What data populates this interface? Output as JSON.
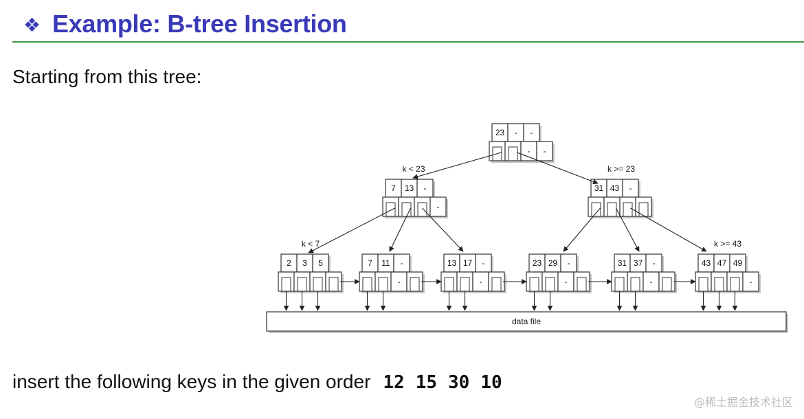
{
  "slide": {
    "bullet_icon": "diamond-four-icon",
    "title": "Example: B-tree Insertion",
    "intro": "Starting from this tree:",
    "instruction": "insert the following keys in the given order",
    "keys": [
      "12",
      "15",
      "30",
      "10"
    ],
    "watermark": "@稀土掘金技术社区"
  },
  "tree": {
    "root": {
      "keys": [
        "23",
        "-",
        "-"
      ],
      "ptrs": [
        "",
        "",
        "-",
        "-"
      ]
    },
    "edge_labels": {
      "root_left": "k < 23",
      "root_right": "k >= 23",
      "left_left": "k < 7",
      "right_right": "k >= 43"
    },
    "internal": [
      {
        "keys": [
          "7",
          "13",
          "-"
        ],
        "ptrs": [
          "",
          "",
          "",
          "-"
        ]
      },
      {
        "keys": [
          "31",
          "43",
          "-"
        ],
        "ptrs": [
          "",
          "",
          "",
          ""
        ]
      }
    ],
    "leaves": [
      {
        "keys": [
          "2",
          "3",
          "5"
        ],
        "ptrs": [
          "",
          "",
          "",
          ""
        ]
      },
      {
        "keys": [
          "7",
          "11",
          "-"
        ],
        "ptrs": [
          "",
          "",
          "-",
          ""
        ]
      },
      {
        "keys": [
          "13",
          "17",
          "-"
        ],
        "ptrs": [
          "",
          "",
          "-",
          ""
        ]
      },
      {
        "keys": [
          "23",
          "29",
          "-"
        ],
        "ptrs": [
          "",
          "",
          "-",
          ""
        ]
      },
      {
        "keys": [
          "31",
          "37",
          "-"
        ],
        "ptrs": [
          "",
          "",
          "-",
          ""
        ]
      },
      {
        "keys": [
          "43",
          "47",
          "49"
        ],
        "ptrs": [
          "",
          "",
          "",
          "-"
        ]
      }
    ],
    "data_file": "data file"
  }
}
